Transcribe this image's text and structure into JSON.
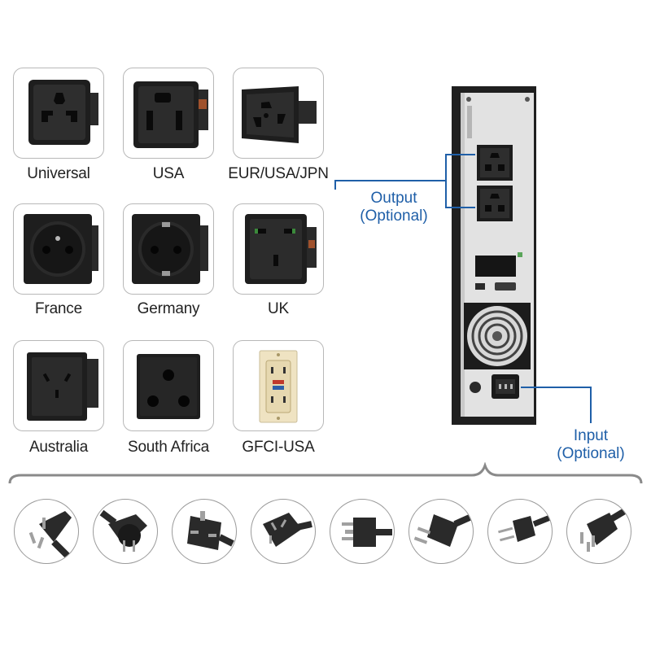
{
  "sockets": [
    {
      "key": "universal",
      "label": "Universal"
    },
    {
      "key": "usa",
      "label": "USA"
    },
    {
      "key": "eur_usa_jpn",
      "label": "EUR/USA/JPN"
    },
    {
      "key": "france",
      "label": "France"
    },
    {
      "key": "germany",
      "label": "Germany"
    },
    {
      "key": "uk",
      "label": "UK"
    },
    {
      "key": "australia",
      "label": "Australia"
    },
    {
      "key": "south_africa",
      "label": "South Africa"
    },
    {
      "key": "gfci_usa",
      "label": "GFCI-USA"
    }
  ],
  "annotations": {
    "output": {
      "line1": "Output",
      "line2": "(Optional)"
    },
    "input": {
      "line1": "Input",
      "line2": "(Optional)"
    }
  },
  "plugs": [
    "china-plug-icon",
    "europe-schuko-plug-icon",
    "uk-plug-icon",
    "australia-plug-icon",
    "usa-grounded-plug-icon",
    "usa-two-prong-plug-icon",
    "europe-two-pin-plug-icon",
    "swiss-plug-icon"
  ],
  "colors": {
    "accent": "#1f5fa8",
    "socket": "#1e1e1e",
    "panel": "#e8e8e8"
  }
}
